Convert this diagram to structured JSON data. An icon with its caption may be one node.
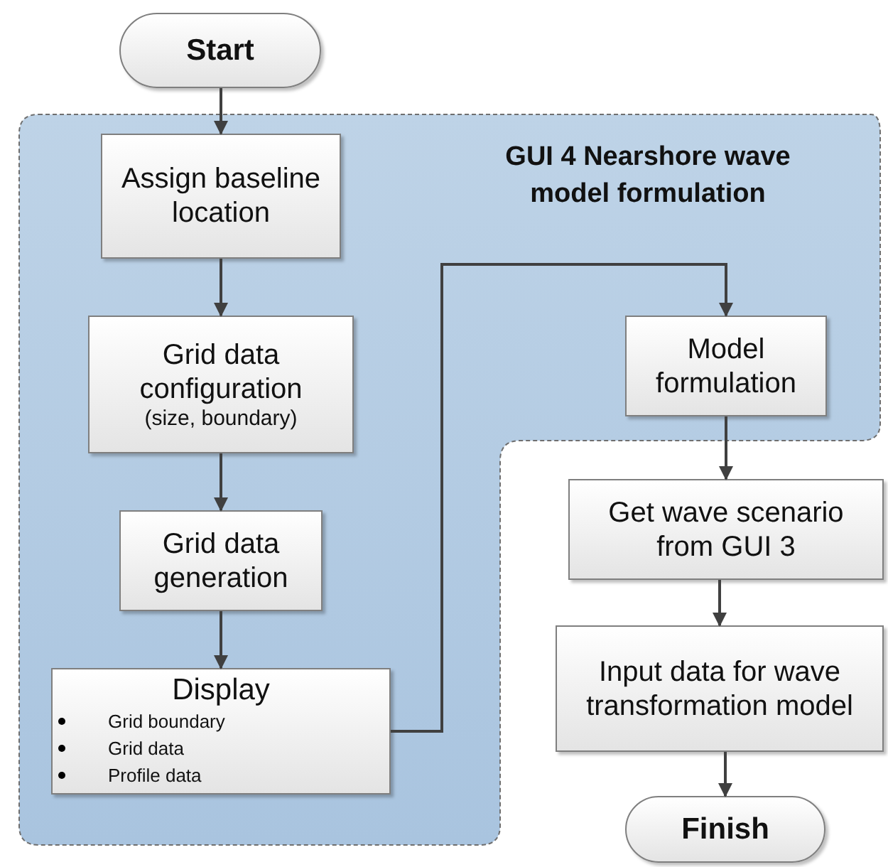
{
  "diagram": {
    "nodes": [
      {
        "text": [
          "Start"
        ]
      },
      {
        "text": [
          "GUI 4 Nearshore wave model formulation"
        ]
      },
      {
        "text": [
          "Assign baseline location"
        ],
        "in": 1
      },
      {
        "text": [
          "Grid data configuration",
          "(size, boundary)"
        ],
        "in": 1
      },
      {
        "text": [
          "Grid data generation"
        ],
        "in": 1
      },
      {
        "text": [
          "Display",
          "Grid boundary",
          "Grid data",
          "Profile data"
        ],
        "in": 1
      },
      {
        "text": [
          "Model formulation"
        ],
        "in": 1
      },
      {
        "text": [
          "Get wave scenario from GUI 3"
        ]
      },
      {
        "text": [
          "Input data for wave transformation model"
        ]
      },
      {
        "text": [
          "Finish"
        ]
      }
    ],
    "edges": [
      {
        "from": 0,
        "to": 2,
        "arrow": "to"
      },
      {
        "from": 2,
        "to": 3,
        "arrow": "to"
      },
      {
        "from": 3,
        "to": 4,
        "arrow": "to"
      },
      {
        "from": 4,
        "to": 5,
        "arrow": "to"
      },
      {
        "from": 5,
        "to": 6,
        "arrow": "to"
      },
      {
        "from": 6,
        "to": 7,
        "arrow": "to"
      },
      {
        "from": 7,
        "to": 8,
        "arrow": "to"
      },
      {
        "from": 8,
        "to": 9,
        "arrow": "to"
      }
    ]
  }
}
